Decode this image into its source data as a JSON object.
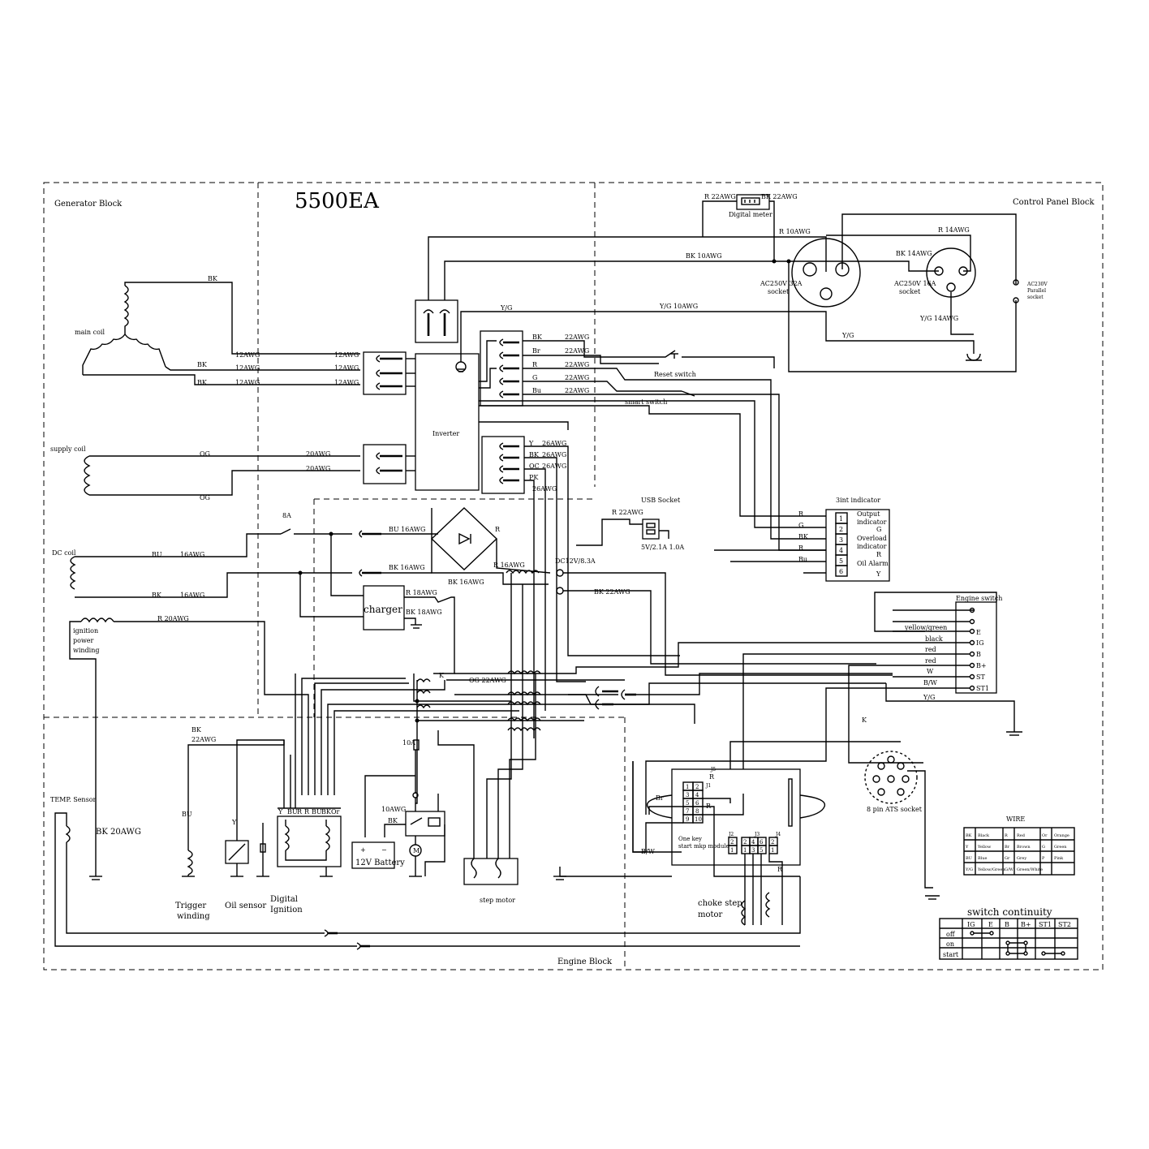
{
  "title": "5500EA",
  "blocks": {
    "generator": "Generator Block",
    "control_panel": "Control Panel Block",
    "engine": "Engine Block"
  },
  "components": {
    "main_coil": "main coil",
    "supply_coil": "supply coil",
    "dc_coil": "DC coil",
    "ignition": [
      "ignition",
      "power",
      "winding"
    ],
    "inverter": "Inverter",
    "digital_meter": "Digital meter",
    "socket_32a": [
      "AC250V 32A",
      "socket"
    ],
    "socket_16a": [
      "AC250V 16A",
      "socket"
    ],
    "parallel": [
      "AC230V",
      "Parallel",
      "socket"
    ],
    "reset_switch": "Reset switch",
    "smart_switch": "smart switch",
    "usb_socket": "USB Socket",
    "usb_rating": "5V/2.1A 1.0A",
    "dc_rating": "DC12V/8.3A",
    "charger": "charger",
    "battery": "12V Battery",
    "indicator_title": "3int indicator",
    "indicator_labels": [
      "Output",
      "indicator",
      "Overload",
      "indicator",
      "Oil Alarm"
    ],
    "engine_switch": "Engine switch",
    "ats_socket": "8 pin ATS socket",
    "temp_sensor": "TEMP. Sensor",
    "trigger": [
      "Trigger",
      "winding"
    ],
    "oil_sensor": "Oil sensor",
    "digital_ignition": [
      "Digital",
      "Ignition"
    ],
    "step_motor": "step motor",
    "choke_motor": [
      "choke step",
      "motor"
    ],
    "start_module": [
      "One key",
      "start mkp module"
    ],
    "fuse_8a": "8A",
    "fuse_10a": "10A",
    "wire_10awg": "10AWG"
  },
  "wire_labels": {
    "bk": "BK",
    "r": "R",
    "yg": "Y/G",
    "og": "OG",
    "bu": "BU",
    "br": "Br",
    "y": "Y",
    "w": "W",
    "k": "K",
    "awg12": "12AWG",
    "awg14": "14AWG",
    "awg16": "16AWG",
    "awg18": "18AWG",
    "awg20": "20AWG",
    "awg22": "22AWG",
    "awg26": "26AWG",
    "r22": "R  22AWG",
    "bk22": "BK  22AWG",
    "r10": "R  10AWG",
    "bk10": "BK  10AWG",
    "r14": "R  14AWG",
    "bk14": "BK  14AWG",
    "yg10": "Y/G 10AWG",
    "yg14": "Y/G 14AWG",
    "bu16": "BU  16AWG",
    "bk16": "BK  16AWG",
    "r16": "R  16AWG",
    "r18": "R  18AWG",
    "bk18": "BK  18AWG",
    "r20": "R  20AWG",
    "bk20": "BK  20AWG",
    "og22": "OG  22AWG",
    "bk22b": "BK 22AWG",
    "engine_switch_wires": [
      "yellow/green",
      "black",
      "red",
      "red",
      "W",
      "B/W",
      "Y/G"
    ],
    "engine_switch_pins": [
      "E",
      "IG",
      "B",
      "B+",
      "ST",
      "ST1"
    ],
    "inverter_out_labels": [
      "BK",
      "Br",
      "R",
      "G",
      "Bu"
    ],
    "inverter_ctl_labels": [
      "Y",
      "BK",
      "OC",
      "PK"
    ],
    "indicator_wires": [
      "R",
      "G",
      "BK",
      "R",
      "Bu"
    ],
    "indicator_leds": [
      "G",
      "R",
      "Y"
    ],
    "ign_pins": [
      "Y",
      "BU",
      "R",
      "R",
      "BU",
      "BK",
      "Or"
    ],
    "module_pins_left": [
      "1",
      "2",
      "3",
      "4",
      "5",
      "6",
      "7",
      "8",
      "9",
      "10"
    ],
    "module_pins_bottom": [
      "2",
      "1",
      "2",
      "4",
      "6",
      "1",
      "3",
      "5",
      "2",
      "1"
    ],
    "module_connectors": [
      "J1",
      "J2",
      "J3",
      "J4",
      "J5"
    ]
  },
  "wire_table": {
    "title": "WIRE",
    "rows": [
      [
        "BK",
        "Black",
        "R",
        "Red",
        "Or",
        "Orange"
      ],
      [
        "Y",
        "Yellow",
        "Br",
        "Brown",
        "G",
        "Green"
      ],
      [
        "BU",
        "Blue",
        "Gr",
        "Grey",
        "P",
        "Pink"
      ],
      [
        "Y/G",
        "Yellow/Green",
        "G/W",
        "Green/White",
        "",
        ""
      ]
    ]
  },
  "switch_continuity": {
    "title": "switch continuity",
    "columns": [
      "IG",
      "E",
      "B",
      "B+",
      "ST1",
      "ST2"
    ],
    "rows": [
      "off",
      "on",
      "start"
    ]
  }
}
